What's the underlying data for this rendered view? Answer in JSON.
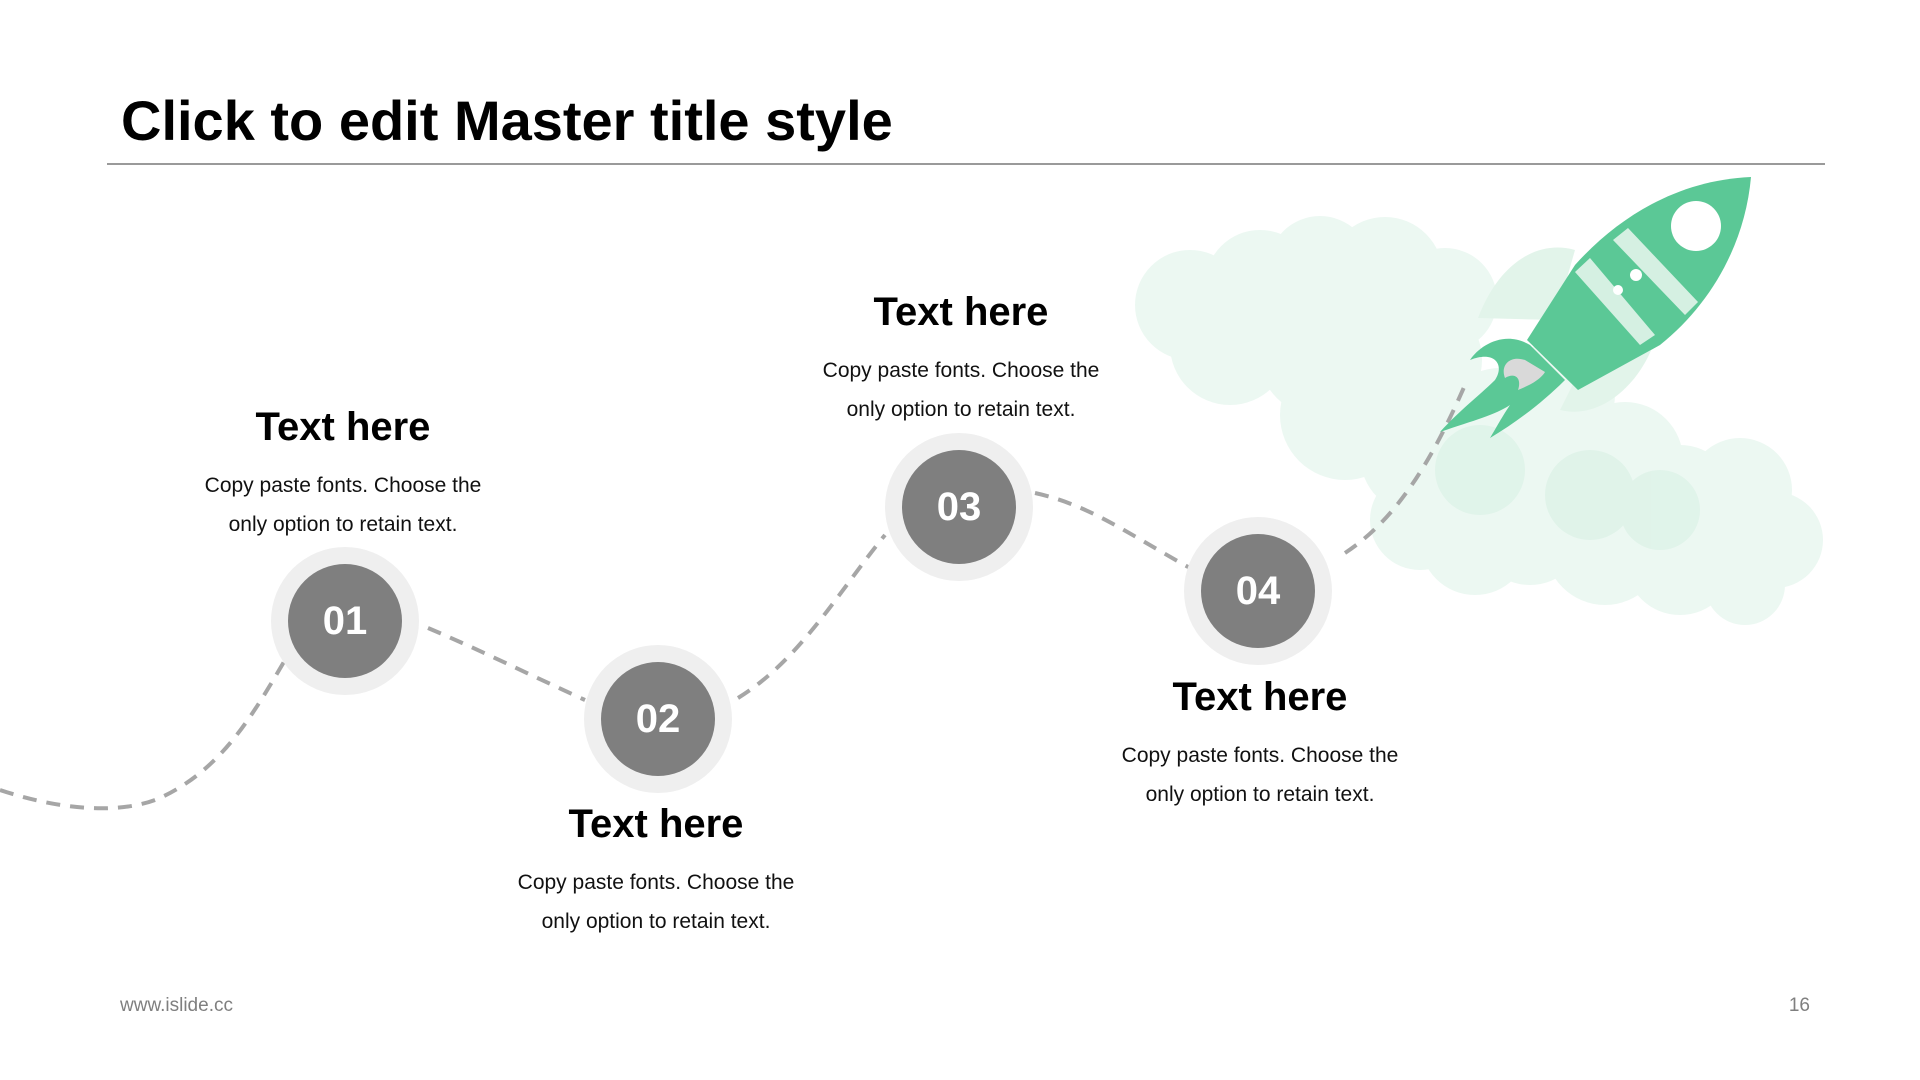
{
  "slide": {
    "title": "Click to edit Master title style",
    "footer_url": "www.islide.cc",
    "page_number": "16"
  },
  "steps": [
    {
      "number": "01",
      "heading": "Text here",
      "line1": "Copy paste fonts. Choose the",
      "line2": "only option to retain text."
    },
    {
      "number": "02",
      "heading": "Text here",
      "line1": "Copy paste fonts. Choose the",
      "line2": "only option to retain text."
    },
    {
      "number": "03",
      "heading": "Text here",
      "line1": "Copy paste fonts. Choose the",
      "line2": "only option to retain text."
    },
    {
      "number": "04",
      "heading": "Text here",
      "line1": "Copy paste fonts. Choose the",
      "line2": "only option to retain text."
    }
  ],
  "colors": {
    "rocket_green": "#5bc896",
    "smoke_green": "#e9f7f0",
    "step_circle_fill": "#7f7f7f",
    "step_circle_ring": "#efefef",
    "path_dash": "#a6a6a6"
  },
  "icons": {
    "rocket": "rocket-icon",
    "smoke": "smoke-cloud"
  }
}
